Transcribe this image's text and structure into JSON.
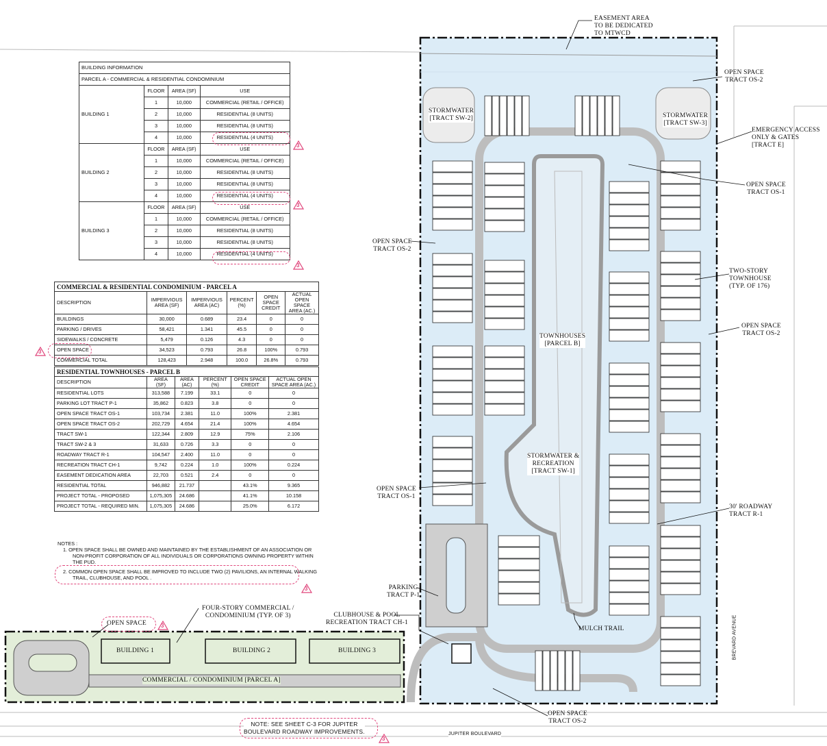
{
  "building_info": {
    "title": "BUILDING INFORMATION",
    "subtitle": "PARCEL A - COMMERCIAL & RESIDENTIAL CONDOMINIUM",
    "columns": [
      "FLOOR",
      "AREA (SF)",
      "USE"
    ],
    "buildings": [
      {
        "name": "BUILDING 1",
        "floors": [
          [
            "1",
            "10,000",
            "COMMERCIAL (RETAIL / OFFICE)"
          ],
          [
            "2",
            "10,000",
            "RESIDENTIAL (8 UNITS)"
          ],
          [
            "3",
            "10,000",
            "RESIDENTIAL (8 UNITS)"
          ],
          [
            "4",
            "10,000",
            "RESIDENTIAL (4 UNITS)"
          ]
        ]
      },
      {
        "name": "BUILDING 2",
        "floors": [
          [
            "1",
            "10,000",
            "COMMERCIAL (RETAIL / OFFICE)"
          ],
          [
            "2",
            "10,000",
            "RESIDENTIAL (8 UNITS)"
          ],
          [
            "3",
            "10,000",
            "RESIDENTIAL (8 UNITS)"
          ],
          [
            "4",
            "10,000",
            "RESIDENTIAL (4 UNITS)"
          ]
        ]
      },
      {
        "name": "BUILDING 3",
        "floors": [
          [
            "1",
            "10,000",
            "COMMERCIAL (RETAIL / OFFICE)"
          ],
          [
            "2",
            "10,000",
            "RESIDENTIAL (8 UNITS)"
          ],
          [
            "3",
            "10,000",
            "RESIDENTIAL (8 UNITS)"
          ],
          [
            "4",
            "10,000",
            "RESIDENTIAL (4 UNITS)"
          ]
        ]
      }
    ]
  },
  "parcel_a": {
    "title": "COMMERCIAL & RESIDENTIAL CONDOMINIUM - PARCEL A",
    "columns": [
      "DESCRIPTION",
      "IMPERVIOUS AREA (SF)",
      "IMPERVIOUS AREA (AC)",
      "PERCENT (%)",
      "OPEN SPACE CREDIT",
      "ACTUAL OPEN SPACE AREA (AC.)"
    ],
    "rows": [
      [
        "BUILDINGS",
        "30,000",
        "0.689",
        "23.4",
        "0",
        "0"
      ],
      [
        "PARKING / DRIVES",
        "58,421",
        "1.341",
        "45.5",
        "0",
        "0"
      ],
      [
        "SIDEWALKS / CONCRETE",
        "5,479",
        "0.126",
        "4.3",
        "0",
        "0"
      ],
      [
        "OPEN SPACE",
        "34,523",
        "0.793",
        "26.8",
        "100%",
        "0.793"
      ],
      [
        "COMMERCIAL TOTAL",
        "128,423",
        "2.948",
        "100.0",
        "26.8%",
        "0.793"
      ]
    ]
  },
  "parcel_b": {
    "title": "RESIDENTIAL TOWNHOUSES - PARCEL B",
    "columns": [
      "DESCRIPTION",
      "AREA (SF)",
      "AREA (AC)",
      "PERCENT (%)",
      "OPEN SPACE CREDIT",
      "ACTUAL OPEN SPACE AREA (AC.)"
    ],
    "rows": [
      [
        "RESIDENTIAL LOTS",
        "313,588",
        "7.199",
        "33.1",
        "0",
        "0"
      ],
      [
        "PARKING LOT TRACT P-1",
        "35,862",
        "0.823",
        "3.8",
        "0",
        "0"
      ],
      [
        "OPEN SPACE TRACT OS-1",
        "103,734",
        "2.381",
        "11.0",
        "100%",
        "2.381"
      ],
      [
        "OPEN SPACE TRACT OS-2",
        "202,729",
        "4.654",
        "21.4",
        "100%",
        "4.654"
      ],
      [
        "TRACT SW-1",
        "122,344",
        "2.809",
        "12.9",
        "75%",
        "2.106"
      ],
      [
        "TRACT SW-2 & 3",
        "31,633",
        "0.726",
        "3.3",
        "0",
        "0"
      ],
      [
        "ROADWAY TRACT R-1",
        "104,547",
        "2.400",
        "11.0",
        "0",
        "0"
      ],
      [
        "RECREATION TRACT CH-1",
        "9,742",
        "0.224",
        "1.0",
        "100%",
        "0.224"
      ],
      [
        "EASEMENT DEDICATION AREA",
        "22,703",
        "0.521",
        "2.4",
        "0",
        "0"
      ],
      [
        "RESIDENTIAL TOTAL",
        "946,882",
        "21.737",
        "",
        "43.1%",
        "9.365"
      ],
      [
        "PROJECT TOTAL - PROPOSED",
        "1,075,305",
        "24.686",
        "",
        "41.1%",
        "10.158"
      ],
      [
        "PROJECT TOTAL - REQUIRED MIN.",
        "1,075,305",
        "24.686",
        "",
        "25.0%",
        "6.172"
      ]
    ]
  },
  "notes": {
    "heading": "NOTES :",
    "items": [
      "1.   OPEN SPACE SHALL BE OWNED AND MAINTAINED BY THE ESTABLISHMENT OF AN ASSOCIATION OR NON-PROFIT CORPORATION OF ALL INDIVIDUALS OR CORPORATIONS OWNING PROPERTY WITHIN THE PUD.",
      "2.   COMMON OPEN SPACE SHALL BE IMPROVED TO INCLUDE TWO (2) PAVILIONS, AN INTERNAL WALKING TRAIL, CLUBHOUSE, AND POOL ."
    ]
  },
  "revision_mark": "3",
  "labels": {
    "easement": "EASEMENT AREA\nTO BE DEDICATED\nTO MTWCD",
    "os2_top": "OPEN SPACE\nTRACT OS-2",
    "sw2": "STORMWATER\n[TRACT SW-2]",
    "sw3": "STORMWATER\n[TRACT SW-3]",
    "emergency": "EMERGENCY ACCESS\nONLY & GATES\n[TRACT E]",
    "os1_right": "OPEN SPACE\nTRACT OS-1",
    "os2_left": "OPEN SPACE\nTRACT OS-2",
    "two_story": "TWO-STORY\nTOWNHOUSE\n(TYP. OF 176)",
    "os2_right": "OPEN SPACE\nTRACT OS-2",
    "townhouses": "TOWNHOUSES\n[PARCEL B]",
    "sw1": "STORMWATER &\nRECREATION\n[TRACT SW-1]",
    "os1_left": "OPEN SPACE\nTRACT OS-1",
    "roadway": "30' ROADWAY\nTRACT R-1",
    "parking": "PARKING\nTRACT P-1",
    "clubhouse": "CLUBHOUSE & POOL\nRECREATION TRACT CH-1",
    "mulch": "MULCH TRAIL",
    "four_story": "FOUR-STORY COMMERCIAL /\nCONDOMINIUM (TYP. OF 3)",
    "open_space": "OPEN SPACE",
    "building1": "BUILDING 1",
    "building2": "BUILDING 2",
    "building3": "BUILDING 3",
    "parcel_a": "COMMERCIAL / CONDOMINIUM [PARCEL A]",
    "brevard": "BREVARD AVENUE",
    "os2_bottom": "OPEN SPACE\nTRACT OS-2",
    "jupiter": "JUPITER BOULEVARD",
    "sheet_note": "NOTE: SEE SHEET C-3 FOR JUPITER\nBOULEVARD ROADWAY IMPROVEMENTS."
  },
  "colors": {
    "open_space": "#dcecf7",
    "commercial": "#e3eed9",
    "revision_cloud": "#e0457b",
    "road": "#c9c9c9"
  }
}
